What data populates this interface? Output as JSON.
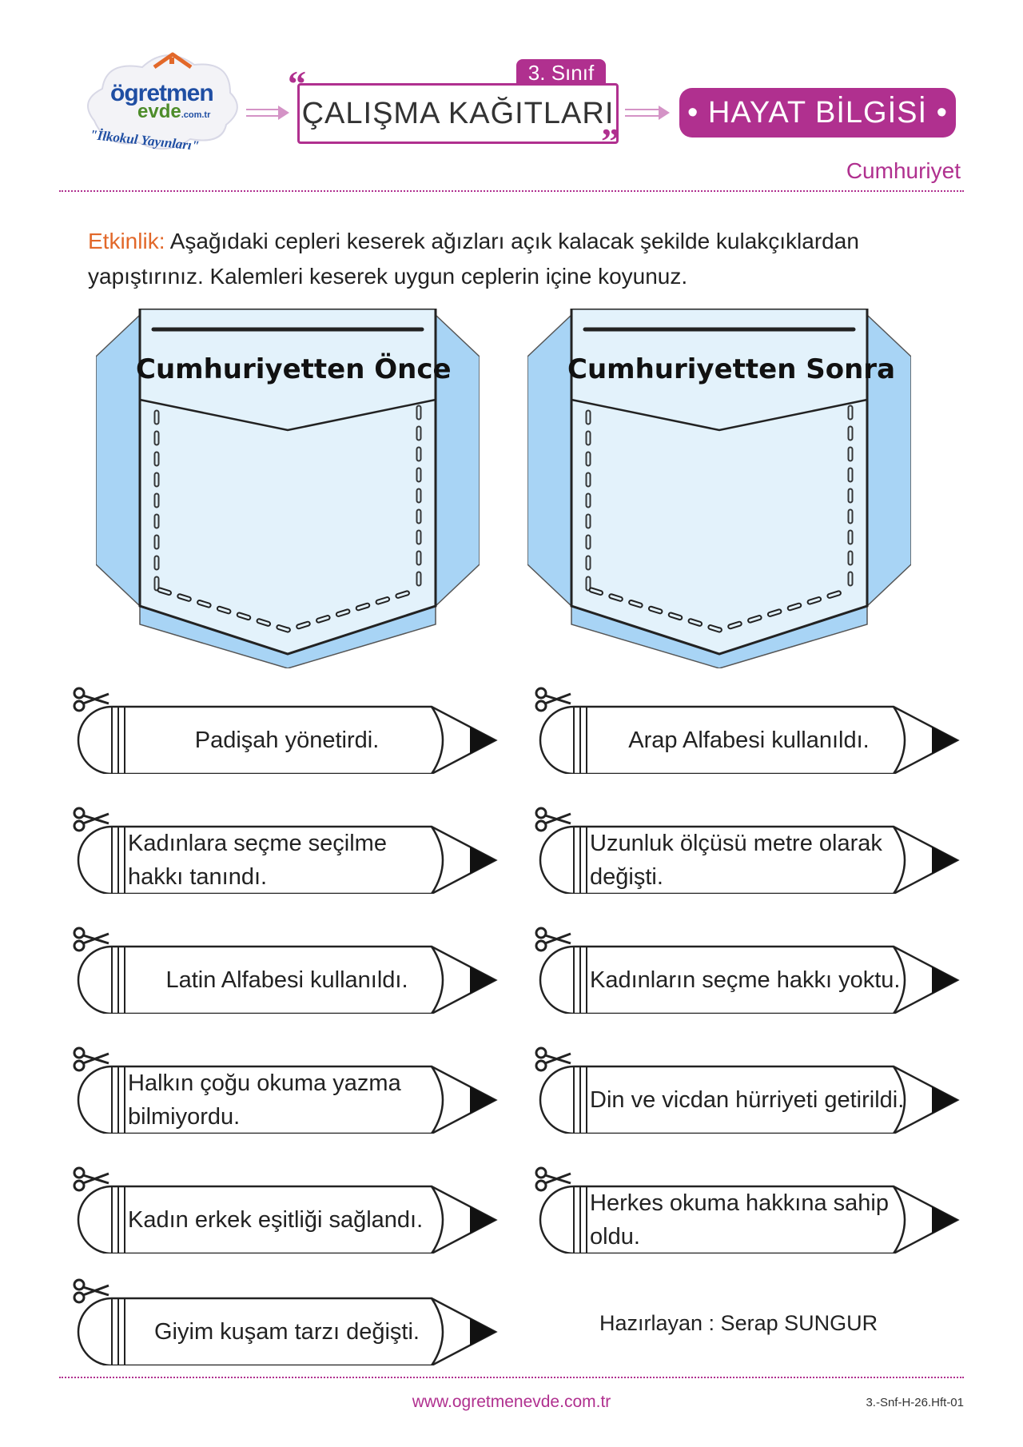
{
  "header": {
    "logo_word": "ögretmen",
    "logo_sub": "evde",
    "logo_domain": ".com.tr",
    "logo_tagline": "\"İlkokul Yayınları\"",
    "grade_tab": "3. Sınıf",
    "title": "ÇALIŞMA KAĞITLARI",
    "subject": "• HAYAT BİLGİSİ •",
    "topic": "Cumhuriyet"
  },
  "instruction": {
    "label": "Etkinlik:",
    "text": " Aşağıdaki cepleri keserek ağızları açık kalacak şekilde kulakçıklardan yapıştırınız. Kalemleri keserek uygun ceplerin içine koyunuz."
  },
  "pockets": [
    {
      "title": "Cumhuriyetten Önce"
    },
    {
      "title": "Cumhuriyetten Sonra"
    }
  ],
  "pencils_left": [
    {
      "text": "Padişah yönetirdi."
    },
    {
      "text": "Kadınlara seçme seçilme hakkı tanındı."
    },
    {
      "text": "Latin Alfabesi kullanıldı."
    },
    {
      "text": "Halkın çoğu okuma yazma bilmiyordu."
    },
    {
      "text": "Kadın erkek eşitliği sağlandı."
    },
    {
      "text": "Giyim kuşam tarzı değişti."
    }
  ],
  "pencils_right": [
    {
      "text": "Arap Alfabesi kullanıldı."
    },
    {
      "text": "Uzunluk ölçüsü metre olarak değişti."
    },
    {
      "text": "Kadınların seçme hakkı yoktu."
    },
    {
      "text": "Din ve vicdan hürriyeti getirildi."
    },
    {
      "text": "Herkes okuma hakkına sahip oldu."
    }
  ],
  "author": "Hazırlayan : Serap SUNGUR",
  "footer": {
    "url": "www.ogretmenevde.com.tr",
    "code": "3.-Snf-H-26.Hft-01"
  },
  "colors": {
    "accent": "#b0308f",
    "orange": "#e2682a",
    "pocket_fill": "#e3f2fb",
    "pocket_wing": "#a8d4f5"
  }
}
